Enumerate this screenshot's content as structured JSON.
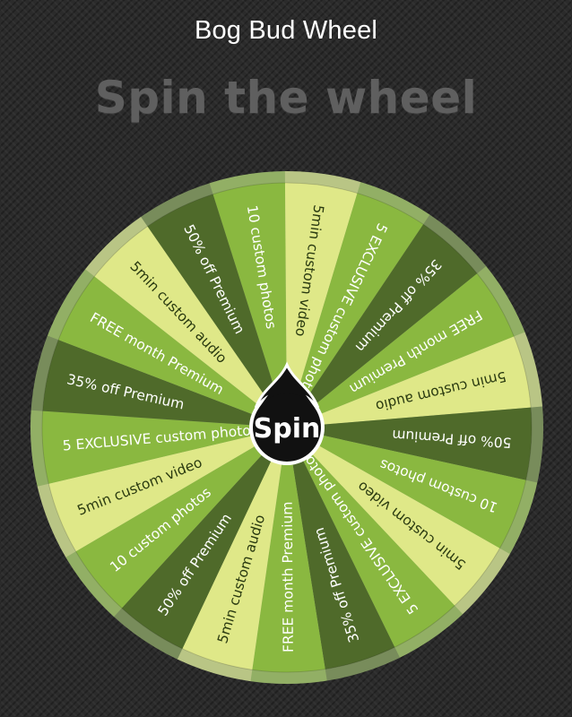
{
  "header": {
    "title": "Bog Bud Wheel"
  },
  "heading": {
    "text": "Spin the wheel"
  },
  "wheel": {
    "spin_label": "Spin",
    "segments": [
      "10 custom photos",
      "5min custom video",
      "5 EXCLUSIVE custom photos",
      "35% off Premium",
      "FREE month Premium",
      "5min custom audio",
      "50% off Premium",
      "10 custom photos",
      "5min custom video",
      "5 EXCLUSIVE custom photos",
      "35% off Premium",
      "FREE month Premium",
      "5min custom audio",
      "50% off Premium",
      "10 custom photos",
      "5min custom video",
      "5 EXCLUSIVE custom photos",
      "35% off Premium",
      "FREE month Premium",
      "5min custom audio",
      "50% off Premium"
    ],
    "colors": {
      "light": "#dfe888",
      "mid": "#8ab840",
      "dark": "#4f6a2a",
      "rim": "#9aa884",
      "hub": "#111111",
      "hub_ring": "#ffffff",
      "label_light": "#2a3a10",
      "label_dark": "#ffffff"
    }
  }
}
